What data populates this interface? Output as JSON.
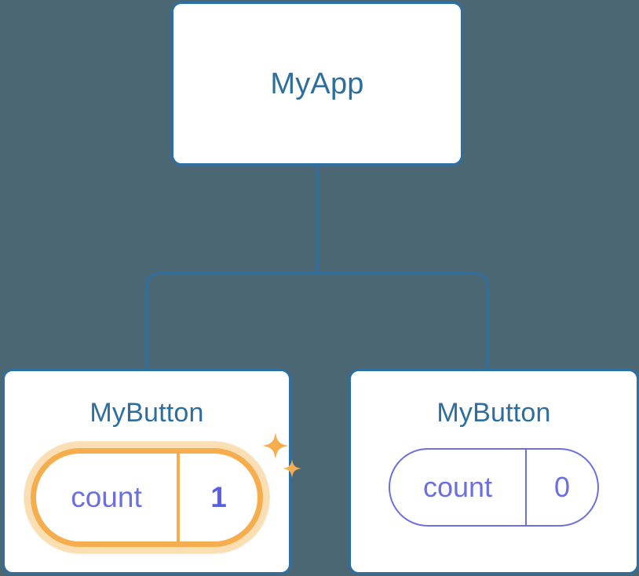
{
  "theme": {
    "background": "#4c6774",
    "card_background": "#ffffff",
    "card_border": "#2e6fa3",
    "title_text": "#2d6e9e",
    "state_accent": "#6b6fe0",
    "highlight_accent": "#f5ad4e",
    "highlight_glow": "#fadfb4",
    "connector": "#2e6fa3"
  },
  "diagram": {
    "type": "component-tree",
    "root": {
      "name": "root-component",
      "title": "MyApp"
    },
    "children": [
      {
        "name": "child-component-left",
        "title": "MyButton",
        "highlighted": true,
        "state": {
          "key": "count",
          "value": "1"
        },
        "sparkle_icons": [
          "sparkle-large-icon",
          "sparkle-small-icon"
        ]
      },
      {
        "name": "child-component-right",
        "title": "MyButton",
        "highlighted": false,
        "state": {
          "key": "count",
          "value": "0"
        }
      }
    ]
  }
}
